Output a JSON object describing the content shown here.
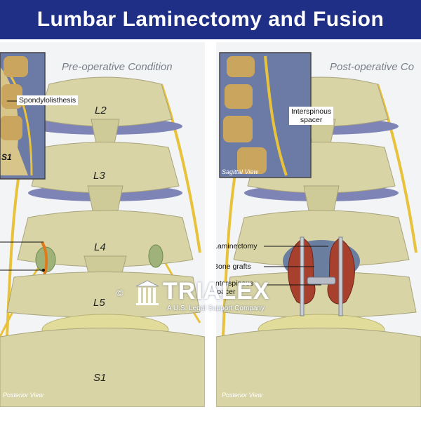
{
  "title": "Lumbar Laminectomy and Fusion",
  "left_panel": {
    "title": "Pre-operative Condition",
    "view_label": "Posterior View",
    "vertebrae": [
      "L2",
      "L3",
      "L4",
      "L5",
      "S1"
    ],
    "inset": {
      "label": "S1",
      "callout": "Spondylolisthesis"
    }
  },
  "right_panel": {
    "title": "Post-operative Co",
    "view_label": "Posterior View",
    "inset": {
      "view_label": "Sagittal View",
      "callout_line1": "Interspinous",
      "callout_line2": "spacer"
    },
    "callouts": {
      "laminectomy": "Laminectomy",
      "bone_grafts": "Bone grafts",
      "interspinous_line1": "Interspinous",
      "interspinous_line2": "spacer"
    }
  },
  "watermark": {
    "copyright_symbol": "©",
    "brand": "TRIALEX",
    "tagline": "A U.S. Legal Support Company"
  },
  "colors": {
    "title_bg": "#1f2f86",
    "bone": "#d8d4a6",
    "nerve": "#e8c23a",
    "disc": "#7f84b6",
    "graft": "#a8402e"
  }
}
